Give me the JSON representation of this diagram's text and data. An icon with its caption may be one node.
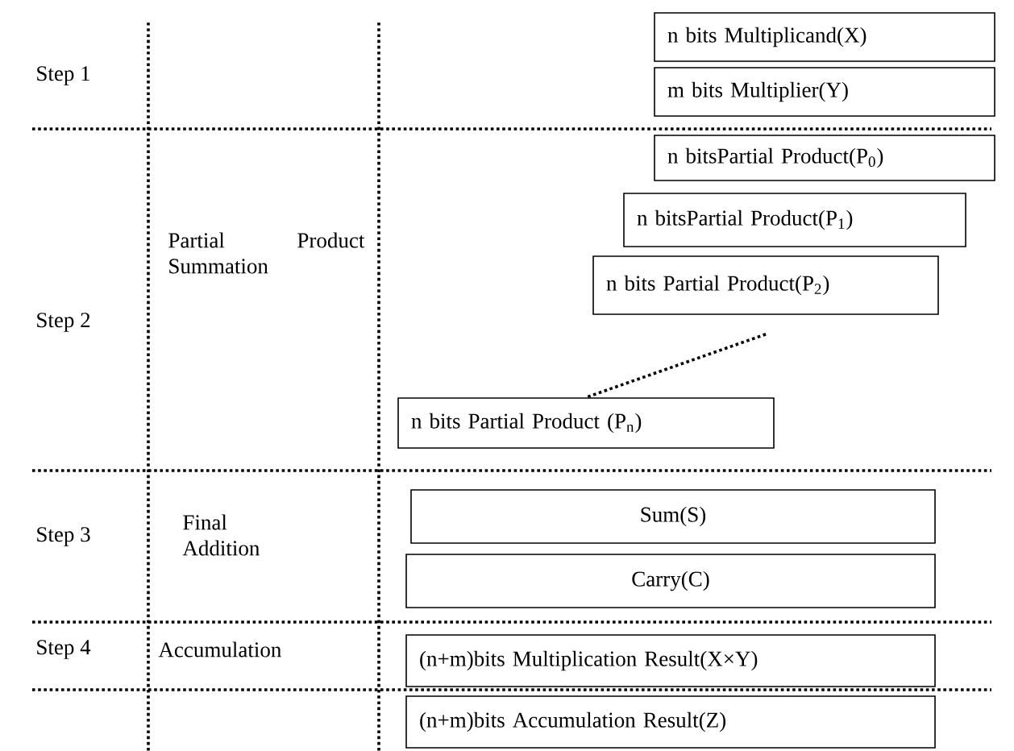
{
  "diagram": {
    "nodes": [
      {
        "text": [
          "n bits Multiplicand(X)"
        ]
      },
      {
        "text": [
          "m bits Multiplier(Y)"
        ]
      },
      {
        "text": [
          "n bitsPartial Product(P$_{0}$)"
        ]
      },
      {
        "text": [
          "n bitsPartial Product(P$_{1}$)"
        ]
      },
      {
        "text": [
          "n bits Partial Product(P$_{2}$)"
        ]
      },
      {
        "text": [
          "n bits  Partial  Product (P$_{n}$)"
        ]
      },
      {
        "text": [
          "Sum(S)"
        ]
      },
      {
        "text": [
          "Carry(C)"
        ]
      },
      {
        "text": [
          "(n+m)bits Multiplication Result(X×Y)"
        ]
      },
      {
        "text": [
          "(n+m)bits Accumulation Result(Z)"
        ]
      }
    ],
    "edges": [
      {
        "from": 4,
        "to": 5,
        "arrow": "none"
      }
    ],
    "labels": [
      "Step 1",
      "Step 2",
      "Partial Product Summation",
      "Step 3",
      "Final Addition",
      "Step 4",
      "Accumulation"
    ]
  }
}
